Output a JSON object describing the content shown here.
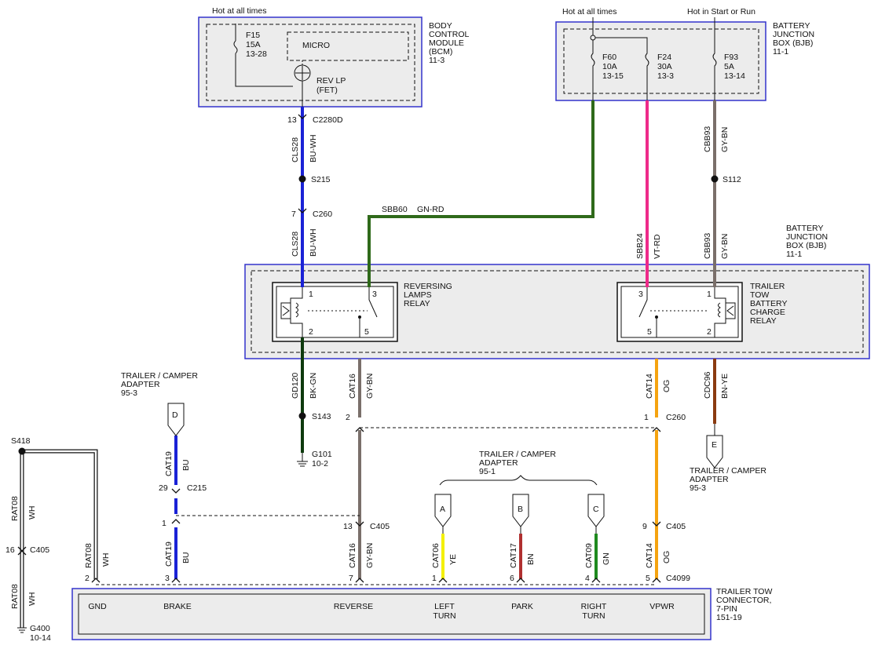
{
  "colors": {
    "bu": "#1a22d6",
    "gn_rd": "#2f6a1a",
    "vt_rd": "#ee2a8a",
    "gy_bn": "#7a6f6a",
    "bk_gn": "#0d3a0d",
    "og": "#f5a310",
    "bn_ye": "#8a3a10",
    "ye": "#f4f000",
    "bn": "#b03030",
    "gn": "#1f8a1f",
    "wh": "#ffffff",
    "box_border": "#3333cc",
    "box_fill": "#ececec"
  },
  "bcm": {
    "hot_label": "Hot at all times",
    "fuse_name": "F15",
    "fuse_amp": "15A",
    "fuse_ref": "13-28",
    "micro": "MICRO",
    "rev_lp_1": "REV LP",
    "rev_lp_2": "(FET)",
    "title_1": "BODY",
    "title_2": "CONTROL",
    "title_3": "MODULE",
    "title_4": "(BCM)",
    "title_5": "11-3"
  },
  "bjb_top": {
    "hot_label_1": "Hot at all times",
    "hot_label_2": "Hot in Start or Run",
    "f60_name": "F60",
    "f60_amp": "10A",
    "f60_ref": "13-15",
    "f24_name": "F24",
    "f24_amp": "30A",
    "f24_ref": "13-3",
    "f93_name": "F93",
    "f93_amp": "5A",
    "f93_ref": "13-14",
    "title_1": "BATTERY",
    "title_2": "JUNCTION",
    "title_3": "BOX (BJB)",
    "title_4": "11-1"
  },
  "bjb_mid": {
    "title_1": "BATTERY",
    "title_2": "JUNCTION",
    "title_3": "BOX (BJB)",
    "title_4": "11-1"
  },
  "relay_rev": {
    "title_1": "REVERSING",
    "title_2": "LAMPS",
    "title_3": "RELAY",
    "pin1": "1",
    "pin2": "2",
    "pin3": "3",
    "pin5": "5"
  },
  "relay_tow": {
    "title_1": "TRAILER",
    "title_2": "TOW",
    "title_3": "BATTERY",
    "title_4": "CHARGE",
    "title_5": "RELAY",
    "pin1": "1",
    "pin2": "2",
    "pin3": "3",
    "pin5": "5"
  },
  "wires": {
    "cls28": "CLS28",
    "bu_wh": "BU-WH",
    "sbb60": "SBB60",
    "gn_rd": "GN-RD",
    "sbb24": "SBB24",
    "vt_rd": "VT-RD",
    "cbb93": "CBB93",
    "gy_bn": "GY-BN",
    "gd120": "GD120",
    "bk_gn": "BK-GN",
    "cat16": "CAT16",
    "cat14": "CAT14",
    "og": "OG",
    "cdc96": "CDC96",
    "bn_ye": "BN-YE",
    "cat19": "CAT19",
    "bu": "BU",
    "rat08": "RAT08",
    "wh": "WH",
    "cat06": "CAT06",
    "ye": "YE",
    "cat17": "CAT17",
    "bn": "BN",
    "cat09": "CAT09",
    "gn": "GN"
  },
  "connectors": {
    "c2280d_pin": "13",
    "c2280d": "C2280D",
    "s215": "S215",
    "c260_pin_top": "7",
    "c260_top": "C260",
    "s112": "S112",
    "s143": "S143",
    "g101": "G101",
    "g101_ref": "10-2",
    "c260_pin2": "2",
    "c260_pin1": "1",
    "c260": "C260",
    "c215_pin29": "29",
    "c215": "C215",
    "c215_pin1": "1",
    "c405_pin13": "13",
    "c405": "C405",
    "c405_pin9": "9",
    "c405_pin16": "16",
    "s418": "S418",
    "g400": "G400",
    "g400_ref": "10-14",
    "c4099": "C4099"
  },
  "adapters": {
    "left_title_1": "TRAILER / CAMPER",
    "left_title_2": "ADAPTER",
    "left_title_3": "95-3",
    "mid_title_1": "TRAILER / CAMPER",
    "mid_title_2": "ADAPTER",
    "mid_title_3": "95-1",
    "right_title_1": "TRAILER / CAMPER",
    "right_title_2": "ADAPTER",
    "right_title_3": "95-3",
    "tag_a": "A",
    "tag_b": "B",
    "tag_c": "C",
    "tag_d": "D",
    "tag_e": "E"
  },
  "trailer": {
    "title_1": "TRAILER TOW",
    "title_2": "CONNECTOR,",
    "title_3": "7-PIN",
    "title_4": "151-19",
    "pins": [
      {
        "num": "2",
        "label_1": "GND",
        "label_2": ""
      },
      {
        "num": "3",
        "label_1": "BRAKE",
        "label_2": ""
      },
      {
        "num": "7",
        "label_1": "REVERSE",
        "label_2": ""
      },
      {
        "num": "1",
        "label_1": "LEFT",
        "label_2": "TURN"
      },
      {
        "num": "6",
        "label_1": "PARK",
        "label_2": ""
      },
      {
        "num": "4",
        "label_1": "RIGHT",
        "label_2": "TURN"
      },
      {
        "num": "5",
        "label_1": "VPWR",
        "label_2": ""
      }
    ]
  }
}
